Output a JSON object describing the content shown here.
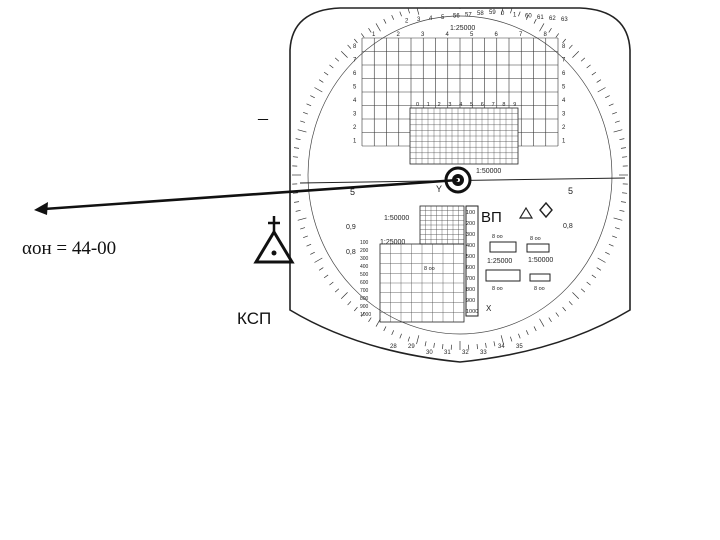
{
  "azimuth_label": "αон = 44-00",
  "ksp_label": "КСП",
  "vp_label": "ВП",
  "minus_sign": "–",
  "ruler": {
    "scale_top": "1:25000",
    "scale_mid": "1:50000",
    "scale_left": "1:50000",
    "scale_left2": "1:25000",
    "scale_right": "1:25000",
    "scale_right2": "1:50000",
    "y_label": "Y",
    "x_label": "X",
    "left_side_5": "5",
    "right_side_5": "5",
    "val_09": "0,9",
    "val_08": "0,8",
    "val_08r": "0,8",
    "grid_rows_left": [
      "8",
      "7",
      "6",
      "5",
      "4",
      "3",
      "2",
      "1"
    ],
    "grid_rows_right": [
      "8",
      "7",
      "6",
      "5",
      "4",
      "3",
      "2",
      "1"
    ],
    "grid_cols_top": [
      "1",
      "2",
      "3",
      "4",
      "5",
      "6",
      "7",
      "8"
    ],
    "inner_cols": [
      "0",
      "1",
      "2",
      "3",
      "4",
      "5",
      "6",
      "7",
      "8",
      "9"
    ],
    "dist_left": [
      "100",
      "200",
      "300",
      "400",
      "500",
      "600",
      "700",
      "800",
      "900",
      "1000"
    ],
    "dist_right": [
      "100",
      "200",
      "300",
      "400",
      "500",
      "600",
      "700",
      "800",
      "900",
      "1000"
    ],
    "small_labels": [
      "8 оо",
      "8 оо",
      "8 оо",
      "8 оо",
      "8 оо"
    ],
    "top_numbers": [
      "2",
      "3",
      "4",
      "5",
      "56",
      "57",
      "58",
      "59",
      "0",
      "1",
      "60",
      "61",
      "62",
      "63"
    ],
    "bottom_numbers": [
      "28",
      "29",
      "30",
      "31",
      "32",
      "33",
      "34",
      "35"
    ]
  },
  "colors": {
    "ink": "#111111",
    "paper": "#ffffff"
  },
  "icons": [
    "church-triangle-icon",
    "triangle-icon",
    "diamond-icon",
    "compass-pivot-icon"
  ]
}
